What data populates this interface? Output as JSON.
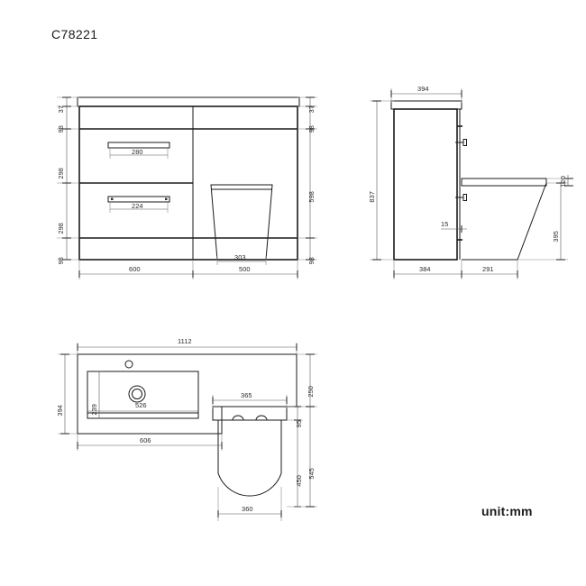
{
  "sheet": {
    "title": "C78221",
    "unit_label": "unit:mm",
    "background_color": "#ffffff",
    "line_color": "#1a1a1a",
    "dim_line_color": "#555555"
  },
  "views": {
    "front": {
      "name": "front-elevation",
      "dimensions_left": [
        "37",
        "98",
        "298",
        "298",
        "98"
      ],
      "dimensions_right": [
        "37",
        "98",
        "598",
        "98"
      ],
      "dimensions_bottom": [
        "600",
        "500"
      ],
      "handle_top": "280",
      "handle_bottom": "224",
      "toilet_base_width": "303"
    },
    "side": {
      "name": "side-elevation",
      "top_width": "394",
      "overall_height": "837",
      "bottom_left": "384",
      "bottom_right": "291",
      "mid_dim": "15",
      "seat_height": "395",
      "seat_thickness": "120"
    },
    "plan": {
      "name": "plan-view",
      "overall_width": "1112",
      "overall_depth": "394",
      "basin_inner_depth": "239",
      "basin_inner_width": "526",
      "basin_outer_width": "606",
      "counter_right_depth": "250",
      "toilet_width_top": "365",
      "toilet_offset": "95",
      "toilet_bowl_depth": "450",
      "toilet_total_depth": "545",
      "toilet_base_width": "360"
    }
  },
  "dim_labels": {
    "front": {
      "l1": "37",
      "l2": "98",
      "l3": "298",
      "l4": "298",
      "l5": "98",
      "r1": "37",
      "r2": "98",
      "r3": "598",
      "r4": "98",
      "b1": "600",
      "b2": "500",
      "h1": "280",
      "h2": "224",
      "t1": "303"
    },
    "side": {
      "w1": "394",
      "h1": "837",
      "b1": "384",
      "b2": "291",
      "m1": "15",
      "r1": "395",
      "r2": "120"
    },
    "plan": {
      "w1": "1112",
      "d1": "394",
      "d2": "239",
      "w2": "526",
      "w3": "606",
      "r1": "250",
      "t1": "365",
      "t2": "95",
      "t3": "450",
      "t4": "545",
      "t5": "360"
    }
  }
}
